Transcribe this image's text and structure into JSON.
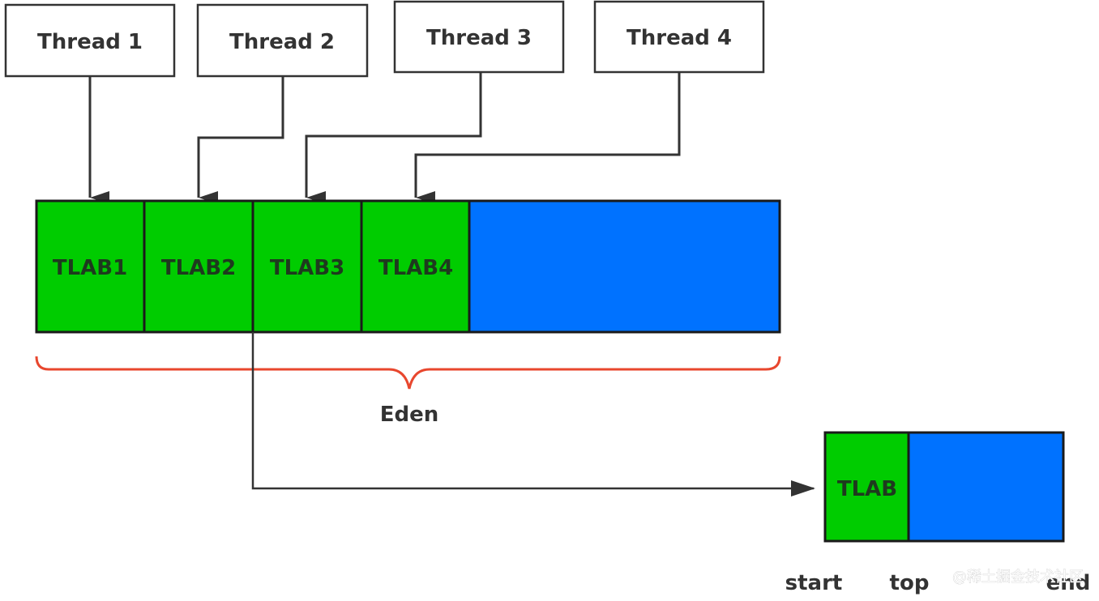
{
  "threads": [
    {
      "label": "Thread 1"
    },
    {
      "label": "Thread 2"
    },
    {
      "label": "Thread 3"
    },
    {
      "label": "Thread 4"
    }
  ],
  "eden": {
    "tlabs": [
      {
        "label": "TLAB1"
      },
      {
        "label": "TLAB2"
      },
      {
        "label": "TLAB3"
      },
      {
        "label": "TLAB4"
      }
    ],
    "label": "Eden"
  },
  "tlab_detail": {
    "label": "TLAB",
    "pointers": {
      "start": "start",
      "top": "top",
      "end": "end"
    }
  },
  "watermark": "@稀土掘金技术社区",
  "colors": {
    "tlab_fill": "#00cc00",
    "free_fill": "#0072ff",
    "brace": "#e8472e",
    "arrow": "#333333",
    "border": "#1a1a1a"
  }
}
